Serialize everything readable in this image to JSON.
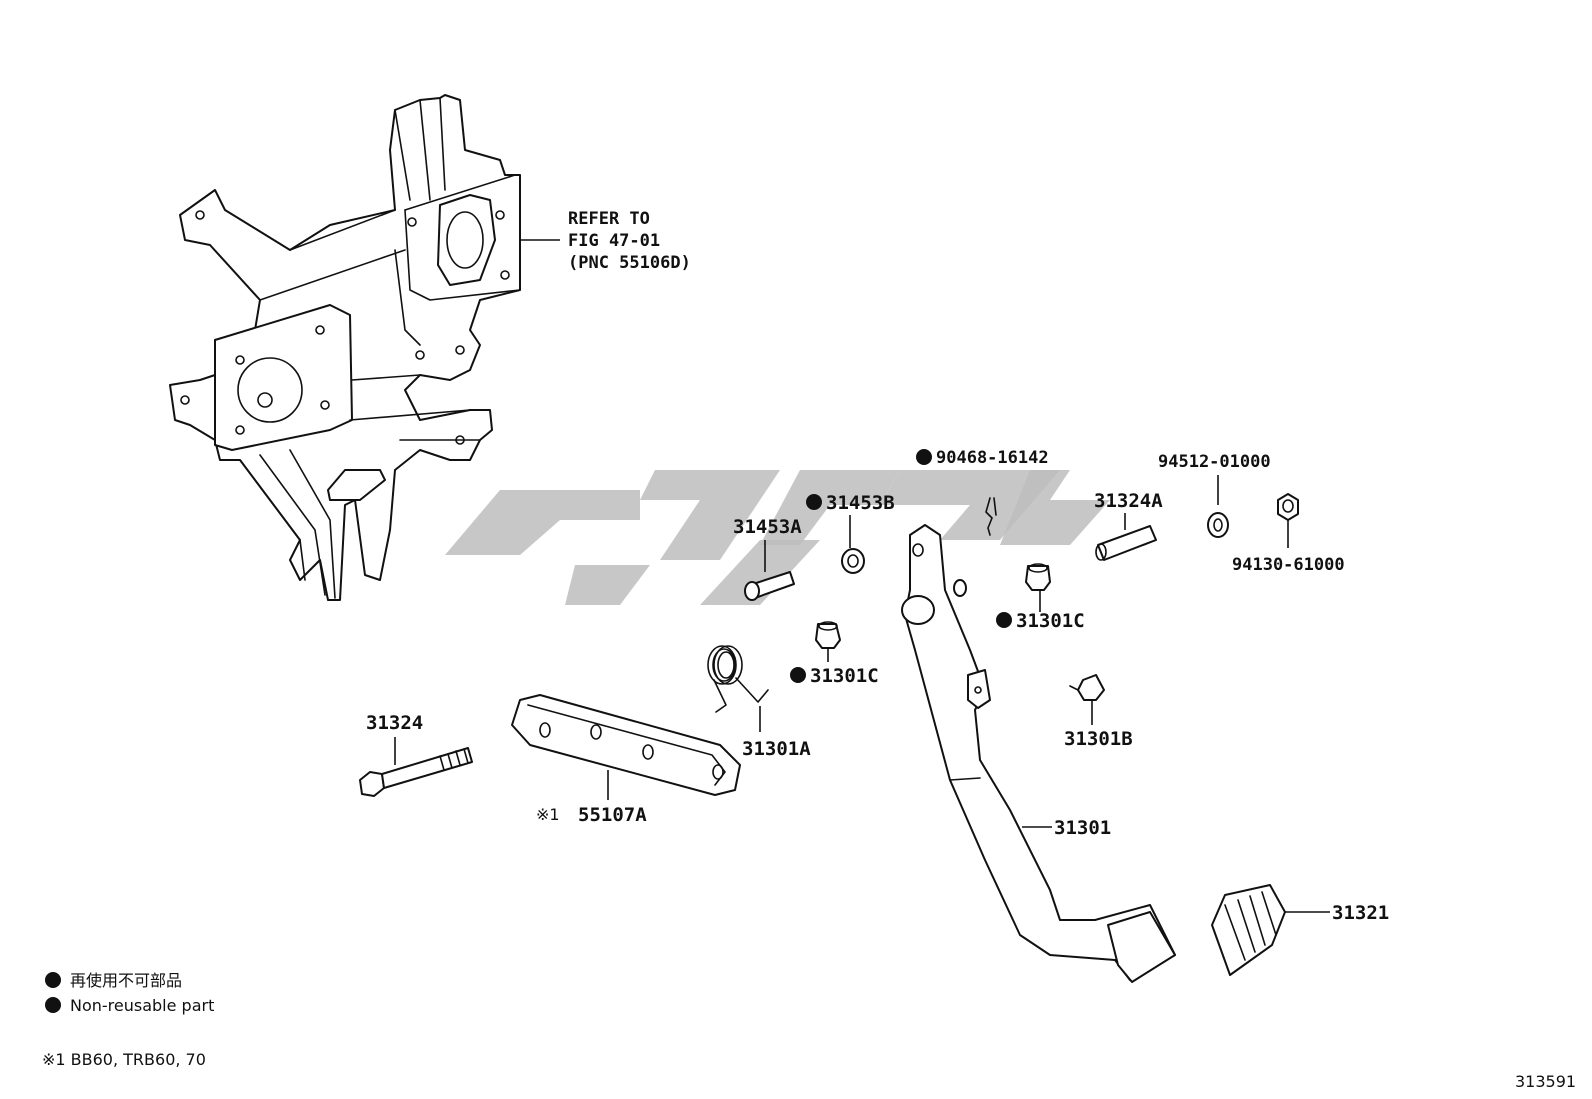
{
  "reference_note": {
    "line1": "REFER TO",
    "line2": "FIG 47-01",
    "line3": "(PNC 55106D)"
  },
  "parts": {
    "p90468": "90468-16142",
    "p94512": "94512-01000",
    "p94130": "94130-61000",
    "p31324A": "31324A",
    "p31453A": "31453A",
    "p31453B": "31453B",
    "p31301C_upper": "31301C",
    "p31301C_lower": "31301C",
    "p31324": "31324",
    "p55107A": "55107A",
    "p55107A_prefix": "※1",
    "p31301A": "31301A",
    "p31301B": "31301B",
    "p31301": "31301",
    "p31321": "31321"
  },
  "legend": {
    "non_reusable_jp": "再使用不可部品",
    "non_reusable_en": "Non-reusable part",
    "footnote": "※1  BB60, TRB60, 70"
  },
  "figure_number": "313591",
  "colors": {
    "line": "#111111",
    "watermark": "#bdbdbd",
    "background": "#ffffff"
  }
}
